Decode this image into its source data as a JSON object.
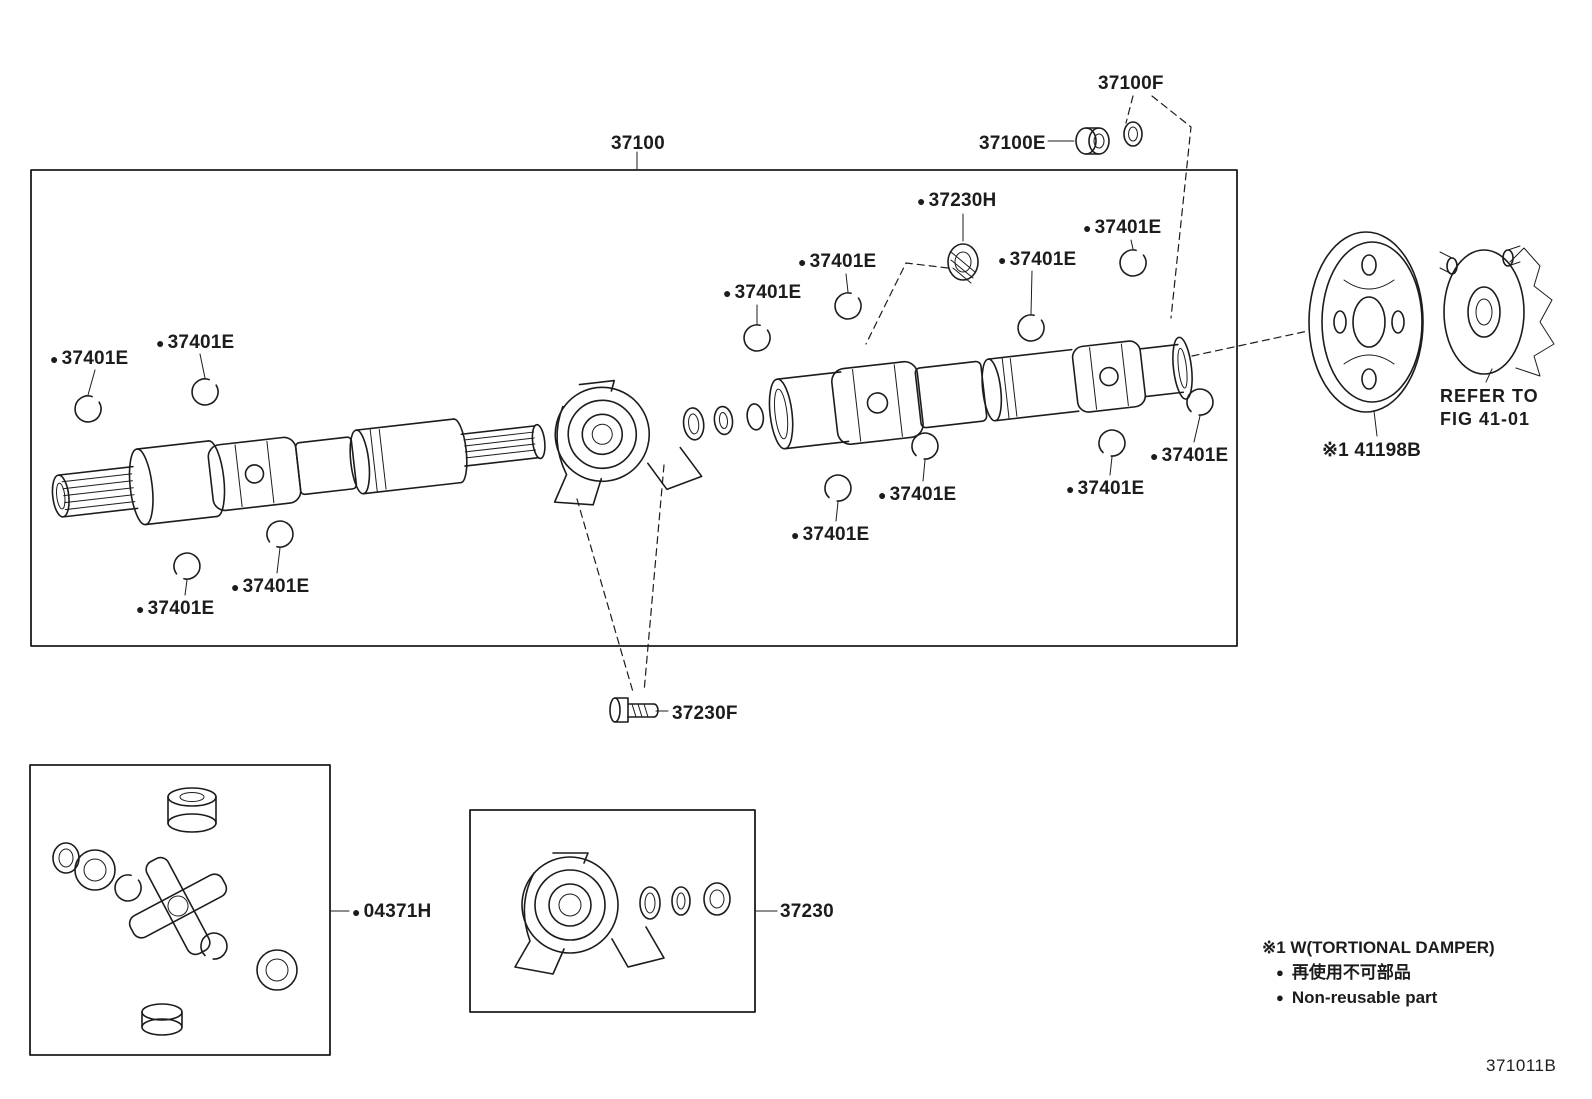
{
  "doc": {
    "background": "#ffffff",
    "ink": "#1c1c1c",
    "drawing_code": "371011B"
  },
  "glyphs": {
    "bullet": "●"
  },
  "callouts": [
    {
      "text": "37100F"
    },
    {
      "text": "37100E"
    },
    {
      "text": "37100"
    },
    {
      "text": "37230H",
      "non_reusable": true
    },
    {
      "text": "37401E",
      "non_reusable": true
    },
    {
      "text": "37401E",
      "non_reusable": true
    },
    {
      "text": "37401E",
      "non_reusable": true
    },
    {
      "text": "37401E",
      "non_reusable": true
    },
    {
      "text": "37401E",
      "non_reusable": true
    },
    {
      "text": "37401E",
      "non_reusable": true
    },
    {
      "text": "37401E",
      "non_reusable": true
    },
    {
      "text": "37401E",
      "non_reusable": true
    },
    {
      "text": "37401E",
      "non_reusable": true
    },
    {
      "text": "37401E",
      "non_reusable": true
    },
    {
      "text": "37401E",
      "non_reusable": true
    },
    {
      "text": "37401E",
      "non_reusable": true
    },
    {
      "text": "※1 41198B"
    },
    {
      "text": "37230F"
    },
    {
      "text": "04371H",
      "non_reusable": true
    },
    {
      "text": "37230"
    }
  ],
  "refer_note": {
    "line1": "REFER TO",
    "line2": "FIG 41-01"
  },
  "legend": {
    "note1": "※1 W(TORTIONAL DAMPER)",
    "nonreusable_jp": "再使用不可部品",
    "nonreusable_en": "Non-reusable part"
  }
}
